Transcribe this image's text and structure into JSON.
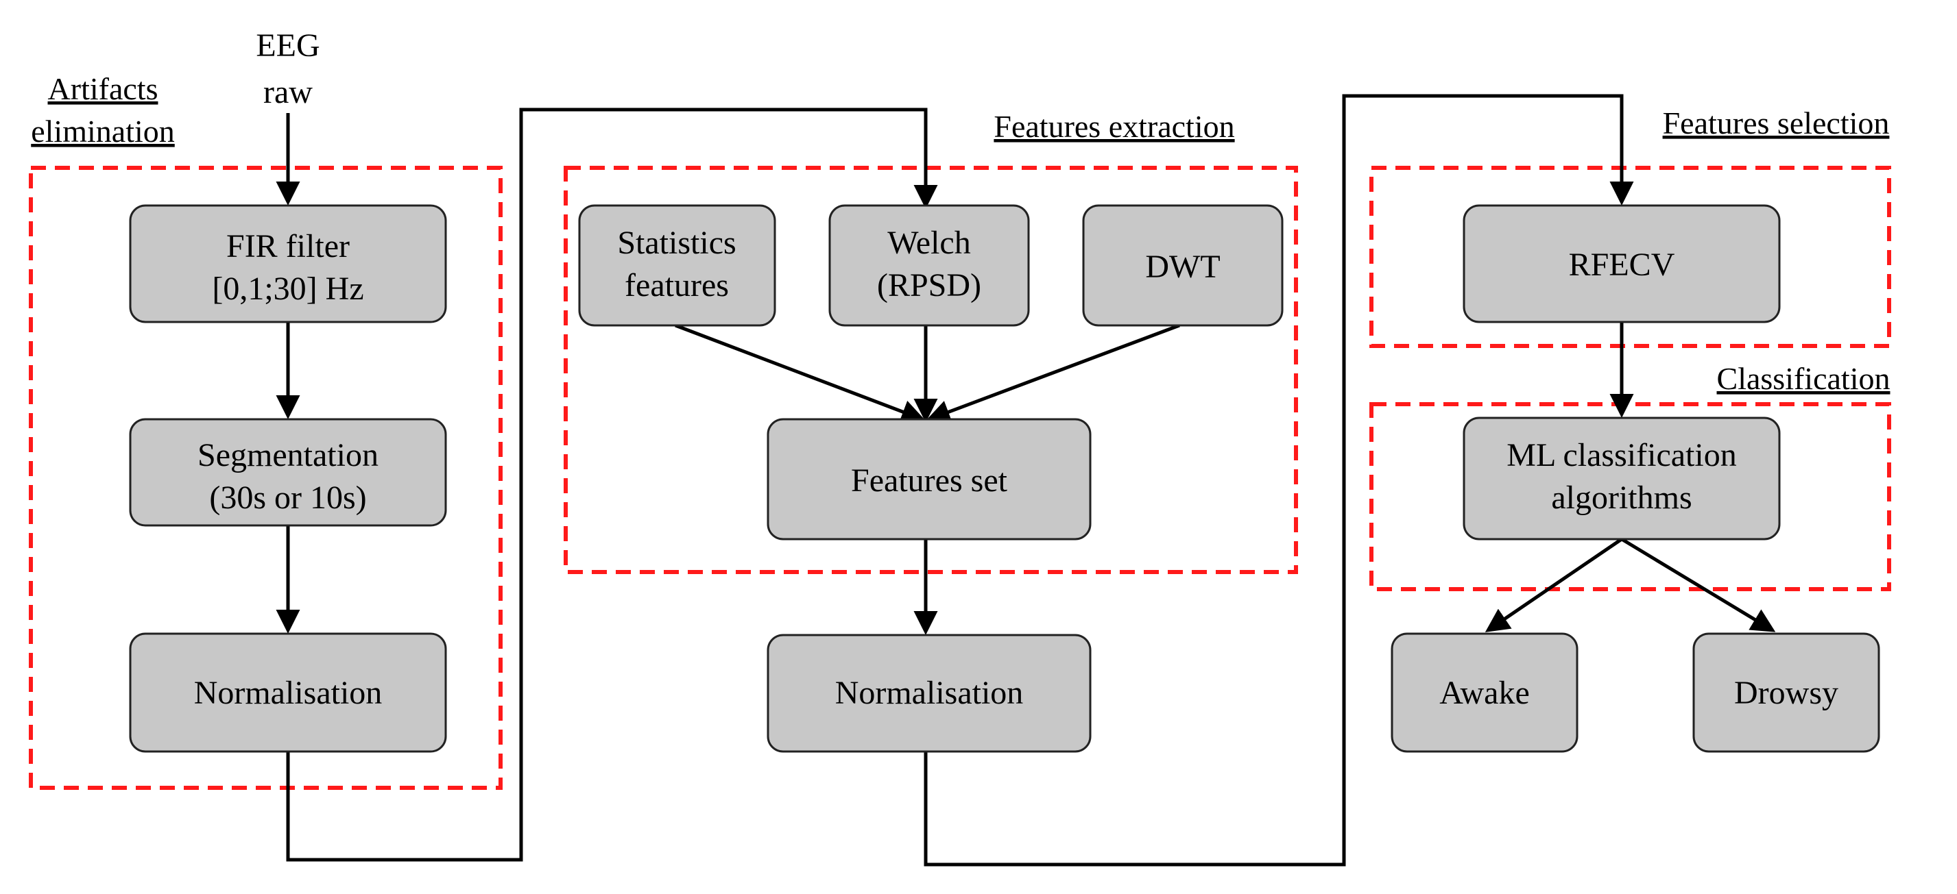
{
  "input": {
    "line1": "EEG",
    "line2": "raw"
  },
  "sections": {
    "artifacts": {
      "line1": "Artifacts",
      "line2": "elimination"
    },
    "extraction": "Features extraction",
    "selection": "Features selection",
    "classification": "Classification"
  },
  "nodes": {
    "fir": {
      "line1": "FIR filter",
      "line2": "[0,1;30] Hz"
    },
    "segmentation": {
      "line1": "Segmentation",
      "line2": "(30s or 10s)"
    },
    "normalisation1": "Normalisation",
    "statistics": {
      "line1": "Statistics",
      "line2": "features"
    },
    "welch": {
      "line1": "Welch",
      "line2": "(RPSD)"
    },
    "dwt": "DWT",
    "features_set": "Features set",
    "normalisation2": "Normalisation",
    "rfecv": "RFECV",
    "ml": {
      "line1": "ML classification",
      "line2": "algorithms"
    },
    "awake": "Awake",
    "drowsy": "Drowsy"
  },
  "colors": {
    "box_fill": "#c8c8c8",
    "group_border": "#ff1a1a",
    "line": "#000000"
  }
}
